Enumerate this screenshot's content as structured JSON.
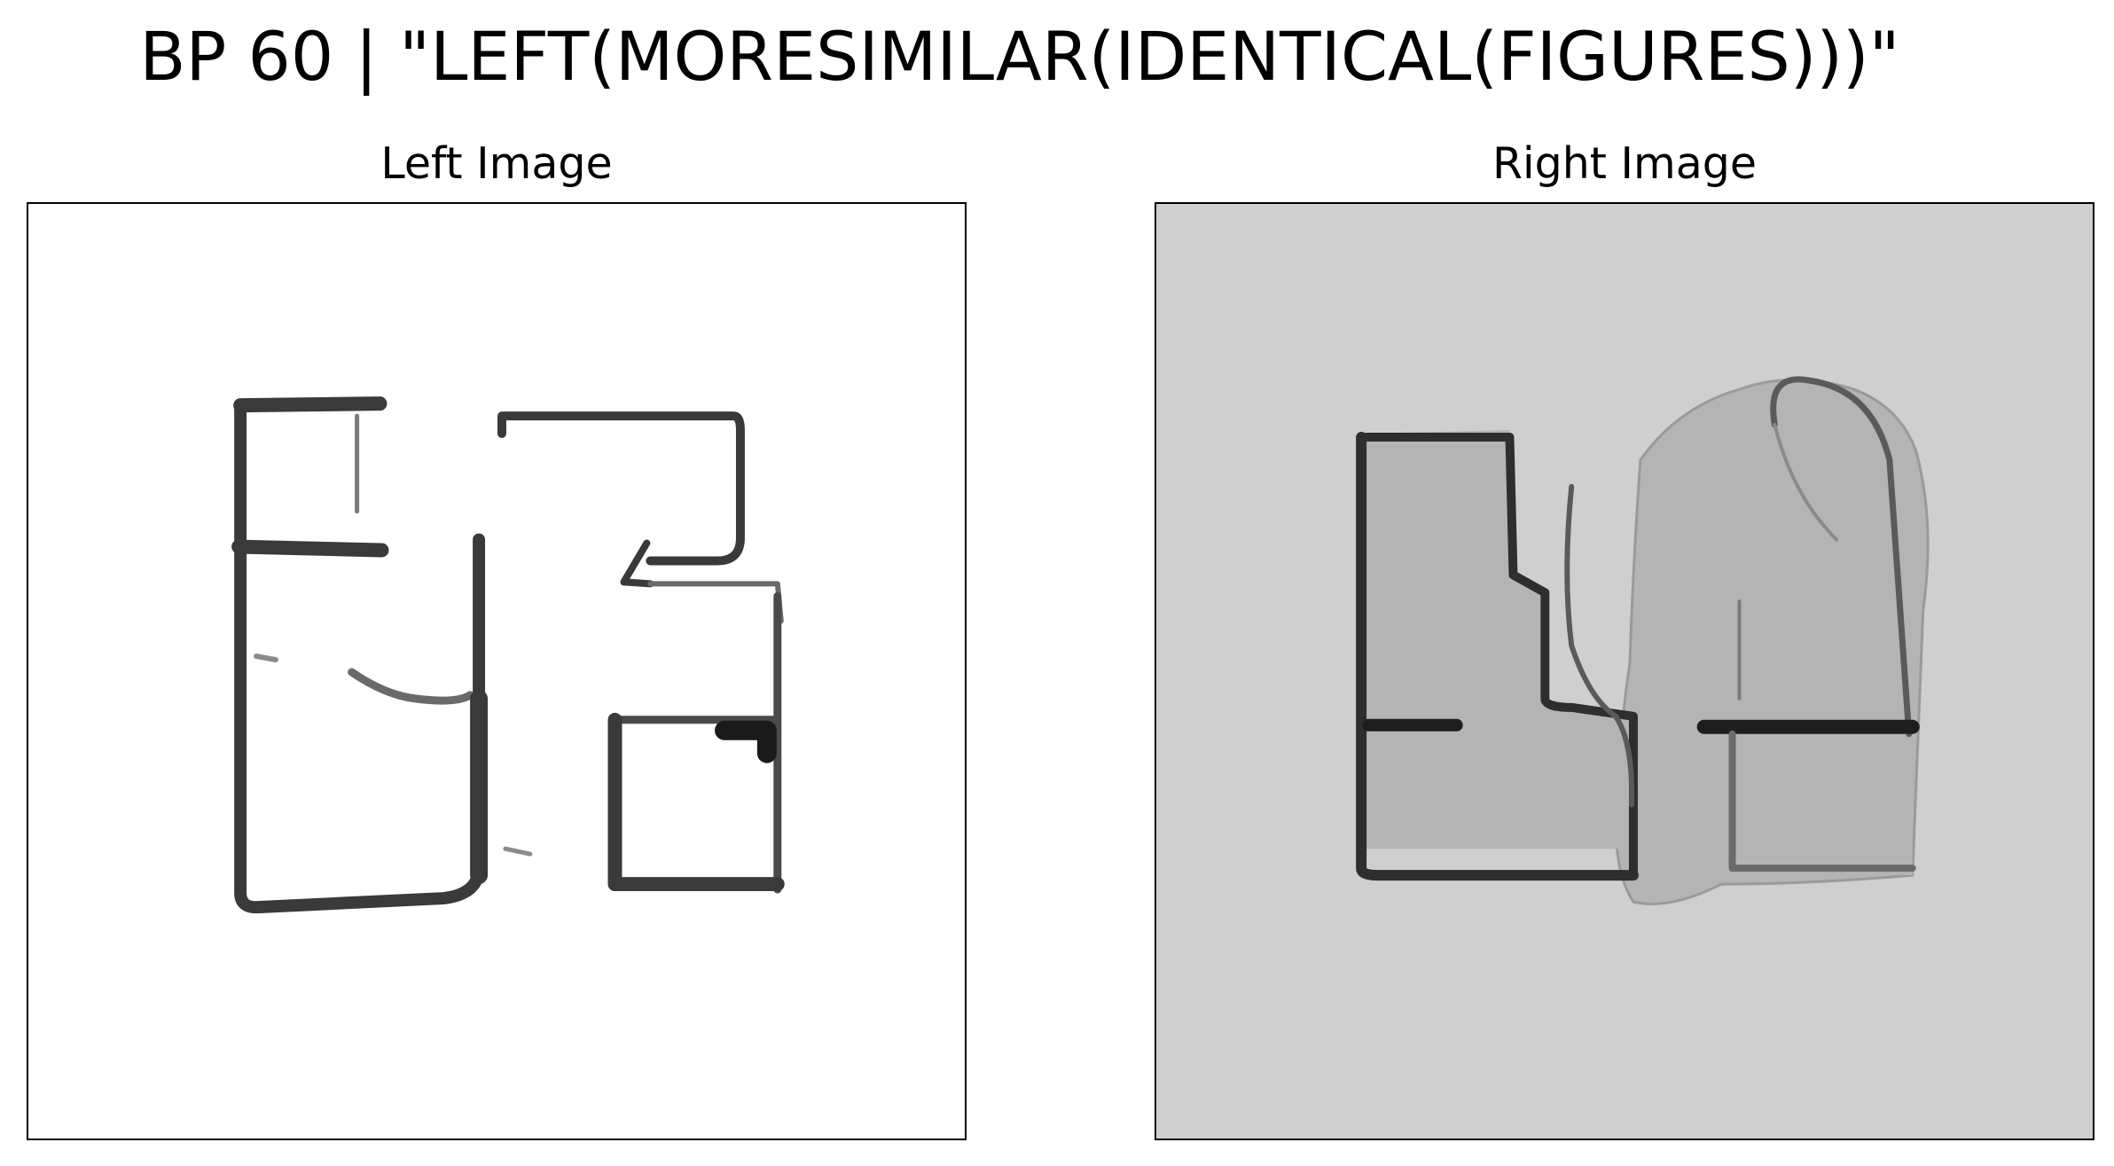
{
  "figure": {
    "title": "BP 60 | \"LEFT(MORESIMILAR(IDENTICAL(FIGURES)))\""
  },
  "panels": {
    "left": {
      "title": "Left Image",
      "background": "#ffffff",
      "stroke": "#3a3a3a"
    },
    "right": {
      "title": "Right Image",
      "background": "#cfcfcf",
      "fill": "#b4b4b4",
      "stroke": "#2e2e2e"
    }
  }
}
